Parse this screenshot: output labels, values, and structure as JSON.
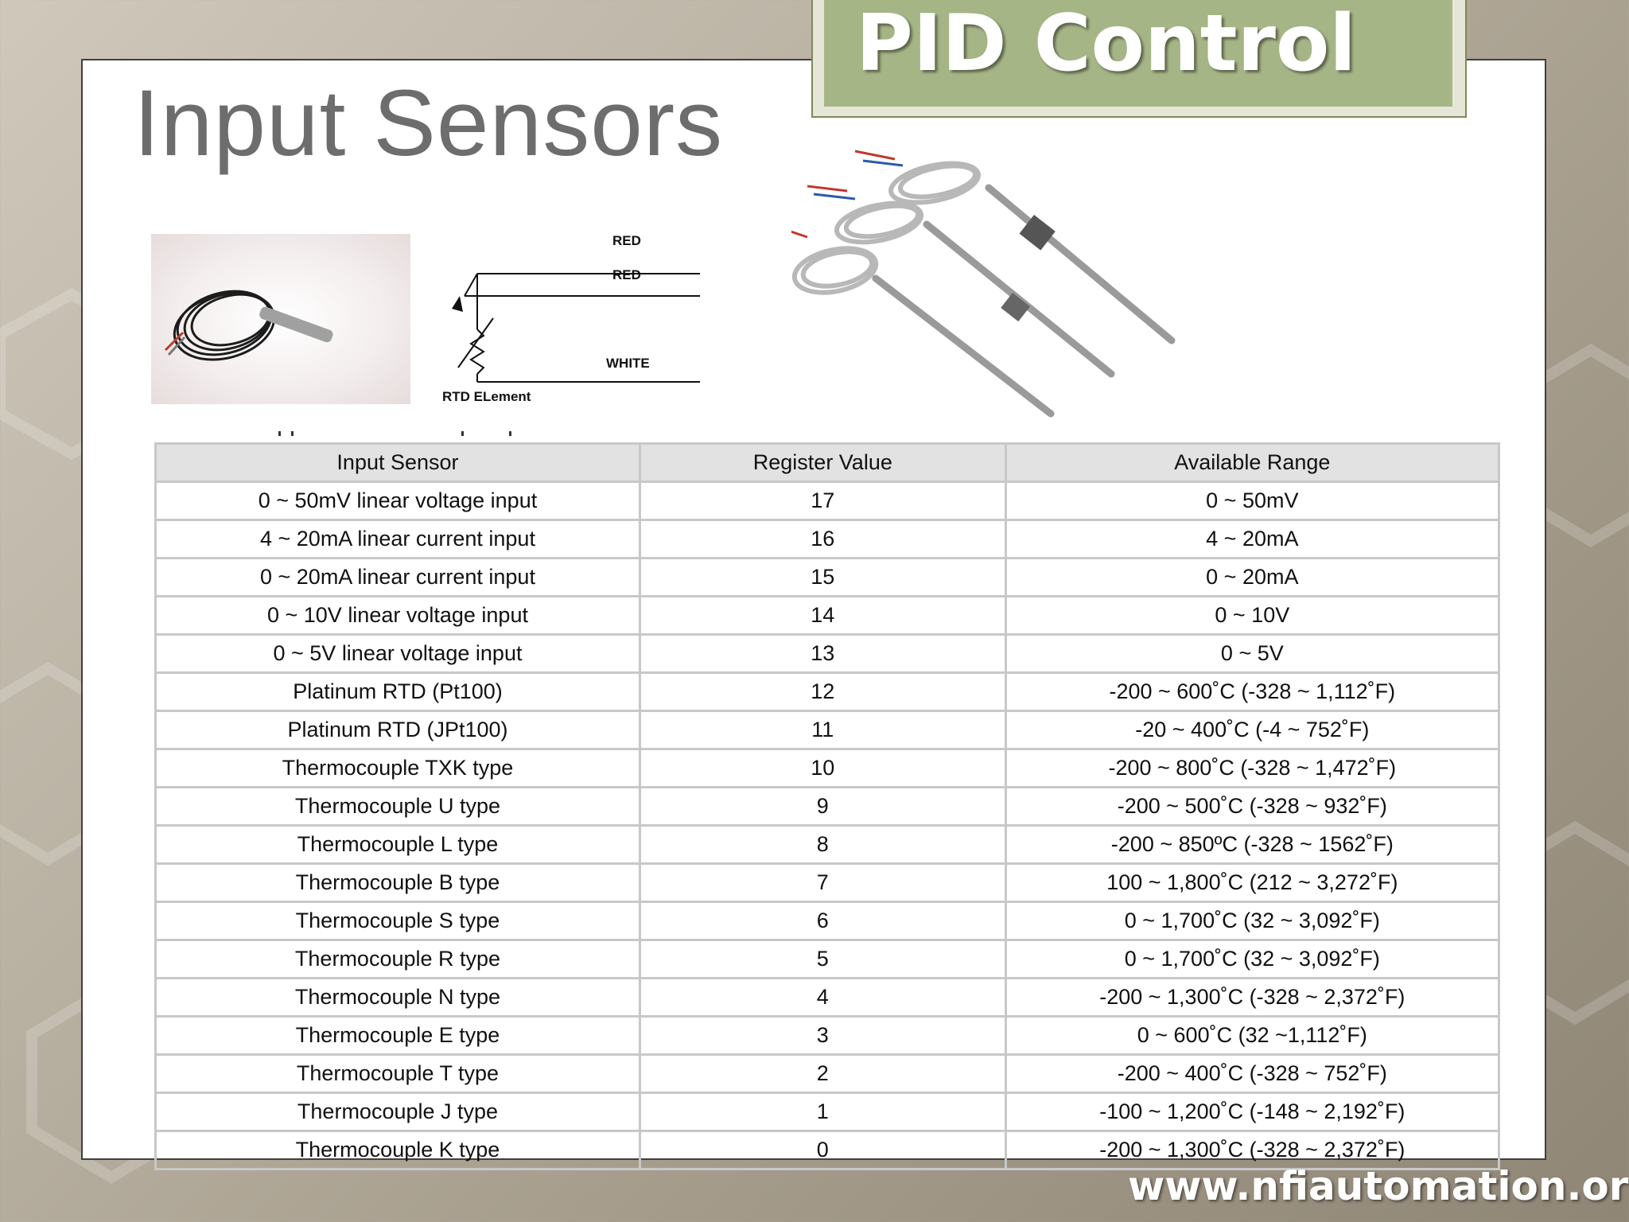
{
  "slide": {
    "title": "Input Sensors",
    "banner": "PID Control",
    "footer_url": "www.nfiautomation.org"
  },
  "diagram": {
    "labels": {
      "red_top": "RED",
      "red_bottom": "RED",
      "white": "WHITE",
      "element": "RTD ELement"
    }
  },
  "table": {
    "headers": [
      "Input Sensor",
      "Register Value",
      "Available Range"
    ],
    "rows": [
      [
        "0 ~ 50mV linear voltage input",
        "17",
        "0 ~ 50mV"
      ],
      [
        "4 ~ 20mA linear current input",
        "16",
        "4 ~ 20mA"
      ],
      [
        "0 ~ 20mA linear current input",
        "15",
        "0 ~ 20mA"
      ],
      [
        "0 ~ 10V linear voltage input",
        "14",
        "0 ~ 10V"
      ],
      [
        "0 ~ 5V linear voltage input",
        "13",
        "0 ~ 5V"
      ],
      [
        "Platinum RTD (Pt100)",
        "12",
        "-200 ~ 600˚C (-328 ~ 1,112˚F)"
      ],
      [
        "Platinum RTD (JPt100)",
        "11",
        "-20 ~ 400˚C (-4 ~ 752˚F)"
      ],
      [
        "Thermocouple TXK type",
        "10",
        "-200 ~ 800˚C (-328 ~ 1,472˚F)"
      ],
      [
        "Thermocouple U type",
        "9",
        "-200 ~ 500˚C (-328 ~ 932˚F)"
      ],
      [
        "Thermocouple L type",
        "8",
        "-200 ~ 850ºC (-328 ~ 1562˚F)"
      ],
      [
        "Thermocouple B type",
        "7",
        "100 ~ 1,800˚C (212 ~ 3,272˚F)"
      ],
      [
        "Thermocouple S type",
        "6",
        "0 ~ 1,700˚C (32 ~ 3,092˚F)"
      ],
      [
        "Thermocouple R type",
        "5",
        "0 ~ 1,700˚C (32 ~ 3,092˚F)"
      ],
      [
        "Thermocouple N type",
        "4",
        "-200 ~ 1,300˚C (-328 ~ 2,372˚F)"
      ],
      [
        "Thermocouple E type",
        "3",
        "0 ~ 600˚C (32 ~1,112˚F)"
      ],
      [
        "Thermocouple T type",
        "2",
        "-200 ~ 400˚C (-328 ~ 752˚F)"
      ],
      [
        "Thermocouple J type",
        "1",
        "-100 ~ 1,200˚C (-148 ~ 2,192˚F)"
      ],
      [
        "Thermocouple K type",
        "0",
        "-200 ~ 1,300˚C (-328 ~ 2,372˚F)"
      ]
    ]
  },
  "colors": {
    "banner_green": "#a6b586",
    "title_gray": "#6d6d6d",
    "table_border": "#c8c8c8",
    "header_fill": "#e2e2e2"
  }
}
